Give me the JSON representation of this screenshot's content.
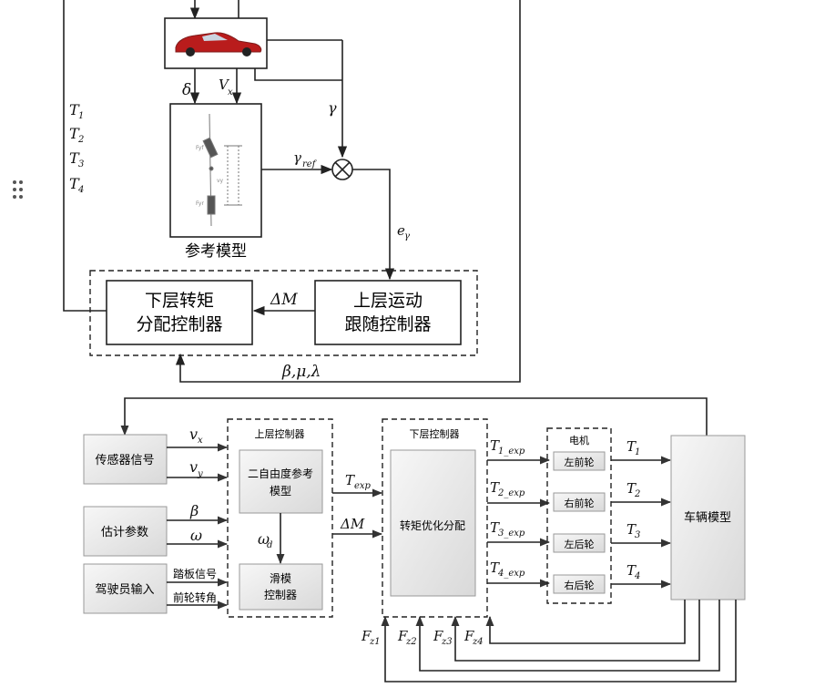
{
  "top": {
    "ref_model_caption": "参考模型",
    "lower_controller": [
      "下层转矩",
      "分配控制器"
    ],
    "upper_controller": [
      "上层运动",
      "跟随控制器"
    ],
    "delta": "δ",
    "vx": "V",
    "vx_sub": "x",
    "gamma": "γ",
    "gamma_ref": "γ",
    "gamma_ref_sub": "ref",
    "e_gamma": "e",
    "e_gamma_sub": "γ",
    "delta_m": "ΔM",
    "beta_mu_lambda": "β,μ,λ",
    "torques": [
      {
        "t": "T",
        "s": "1"
      },
      {
        "t": "T",
        "s": "2"
      },
      {
        "t": "T",
        "s": "3"
      },
      {
        "t": "T",
        "s": "4"
      }
    ]
  },
  "bottom": {
    "sensor": "传感器信号",
    "estimate": "估计参数",
    "driver": "驾驶员输入",
    "upper_group_title": "上层控制器",
    "ref_model": [
      "二自由度参考",
      "模型"
    ],
    "smc": [
      "滑模",
      "控制器"
    ],
    "lower_group_title": "下层控制器",
    "torque_opt": "转矩优化分配",
    "motor_title": "电机",
    "wheels": [
      "左前轮",
      "右前轮",
      "左后轮",
      "右后轮"
    ],
    "vehicle": "车辆模型",
    "pedal": "踏板信号",
    "steer": "前轮转角",
    "vx": "v",
    "vx_sub": "x",
    "vy": "v",
    "vy_sub": "y",
    "beta": "β",
    "omega": "ω",
    "omega_d": "ω",
    "omega_d_sub": "d",
    "t_exp": "T",
    "t_exp_sub": "exp",
    "delta_m": "ΔM",
    "t_exps": [
      {
        "t": "T",
        "s": "1_exp"
      },
      {
        "t": "T",
        "s": "2_exp"
      },
      {
        "t": "T",
        "s": "3_exp"
      },
      {
        "t": "T",
        "s": "4_exp"
      }
    ],
    "t_out": [
      {
        "t": "T",
        "s": "1"
      },
      {
        "t": "T",
        "s": "2"
      },
      {
        "t": "T",
        "s": "3"
      },
      {
        "t": "T",
        "s": "4"
      }
    ],
    "fz": [
      {
        "t": "F",
        "s": "z1"
      },
      {
        "t": "F",
        "s": "z2"
      },
      {
        "t": "F",
        "s": "z3"
      },
      {
        "t": "F",
        "s": "z4"
      }
    ]
  }
}
